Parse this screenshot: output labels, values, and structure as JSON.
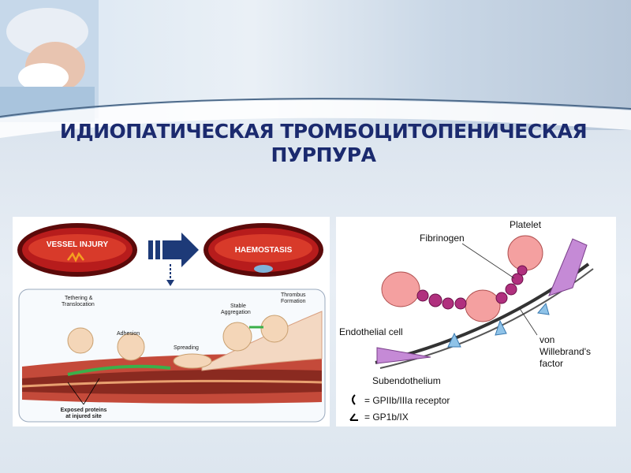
{
  "title": {
    "line1": "ИДИОПАТИЧЕСКАЯ ТРОМБОЦИТОПЕНИЧЕСКАЯ",
    "line2": "ПУРПУРА"
  },
  "left_figure": {
    "vessel_injury": "VESSEL INJURY",
    "haemostasis": "HAEMOSTASIS",
    "tethering": [
      "Tethering &",
      "Translocation"
    ],
    "adhesion": "Adhesion",
    "spreading": "Spreading",
    "stable": [
      "Stable",
      "Aggregation"
    ],
    "thrombus": [
      "Thrombus",
      "Formation"
    ],
    "exposed": [
      "Exposed proteins",
      "at injured site"
    ]
  },
  "right_figure": {
    "platelet": "Platelet",
    "fibrinogen": "Fibrinogen",
    "endothelial": "Endothelial cell",
    "vwf": [
      "von",
      "Willebrand's",
      "factor"
    ],
    "subendothelium": "Subendothelium",
    "legend1": "= GPIIb/IIIa receptor",
    "legend2": "= GP1b/IX"
  },
  "colors": {
    "title": "#1b2a6e",
    "vessel_red": "#a01818",
    "platelet_pink": "#f4a0a0",
    "chain_purple": "#b0307e",
    "vwf_blue": "#8fc3e8"
  }
}
